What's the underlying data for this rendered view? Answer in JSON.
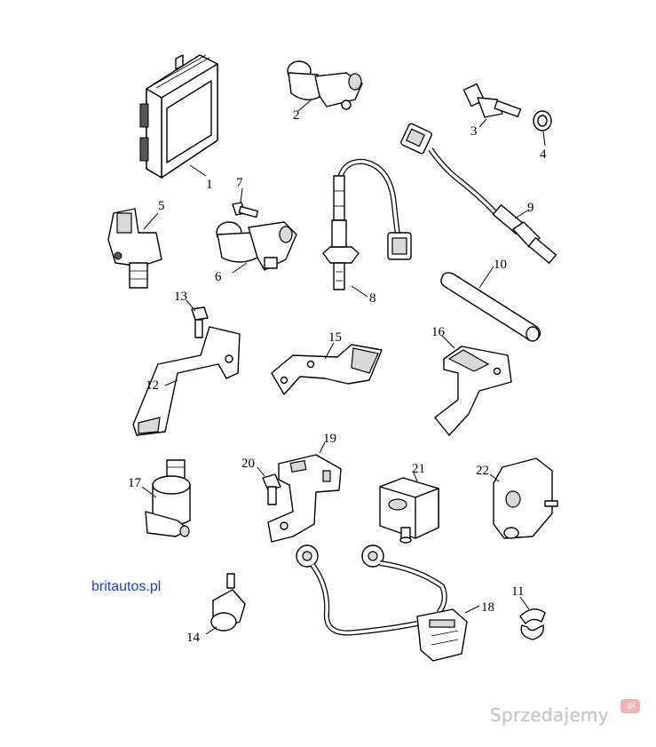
{
  "site_link": "britautos.pl",
  "watermark": {
    "text": "Sprzedajemy",
    "badge": ".pl"
  },
  "parts": [
    {
      "num": "1",
      "icon": "ecu-module-icon"
    },
    {
      "num": "2",
      "icon": "crankshaft-sensor-icon"
    },
    {
      "num": "3",
      "icon": "temperature-sensor-icon"
    },
    {
      "num": "4",
      "icon": "sealing-washer-icon"
    },
    {
      "num": "5",
      "icon": "camshaft-sensor-icon"
    },
    {
      "num": "6",
      "icon": "speed-sensor-icon"
    },
    {
      "num": "7",
      "icon": "bolt-icon"
    },
    {
      "num": "8",
      "icon": "oxygen-sensor-upstream-icon"
    },
    {
      "num": "9",
      "icon": "oxygen-sensor-downstream-icon"
    },
    {
      "num": "10",
      "icon": "hose-icon"
    },
    {
      "num": "11",
      "icon": "clip-icon"
    },
    {
      "num": "12",
      "icon": "bracket-icon"
    },
    {
      "num": "13",
      "icon": "bolt-icon"
    },
    {
      "num": "14",
      "icon": "knock-sensor-icon"
    },
    {
      "num": "15",
      "icon": "bracket-icon"
    },
    {
      "num": "16",
      "icon": "bracket-icon"
    },
    {
      "num": "17",
      "icon": "idle-valve-icon"
    },
    {
      "num": "18",
      "icon": "harness-icon"
    },
    {
      "num": "19",
      "icon": "bracket-icon"
    },
    {
      "num": "20",
      "icon": "bolt-icon"
    },
    {
      "num": "21",
      "icon": "pressure-sensor-icon"
    },
    {
      "num": "22",
      "icon": "switch-sensor-icon"
    }
  ]
}
